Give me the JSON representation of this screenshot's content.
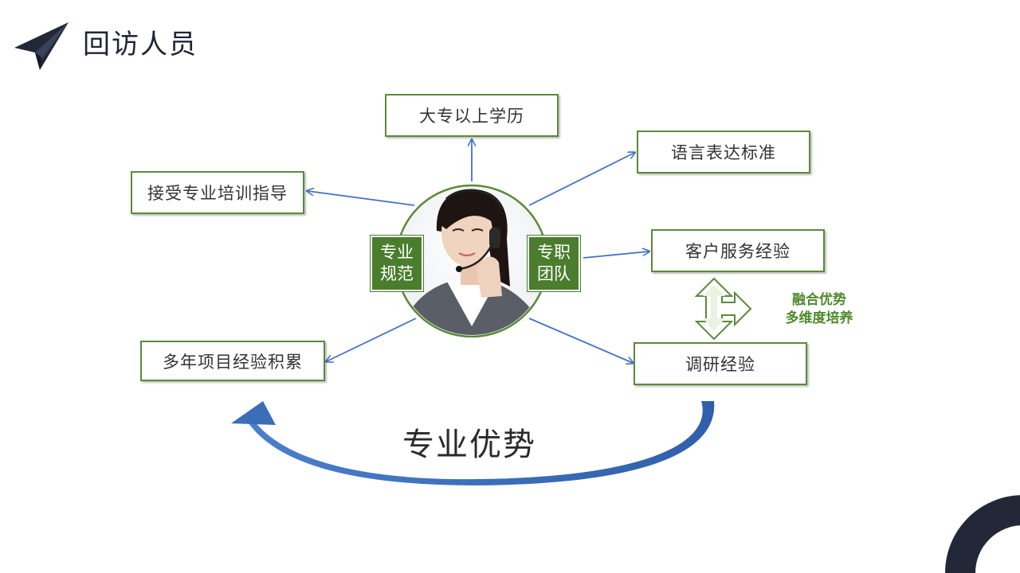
{
  "header": {
    "title": "回访人员"
  },
  "diagram": {
    "nodes": {
      "education": "大专以上学历",
      "language": "语言表达标准",
      "training": "接受专业培训指导",
      "service": "客户服务经验",
      "project": "多年项目经验积累",
      "research": "调研经验"
    },
    "center_tags": {
      "left": "专业\n规范",
      "right": "专职\n团队"
    },
    "fusion": {
      "line1": "融合优势",
      "line2": "多维度培养"
    },
    "bottom_label": "专业优势"
  },
  "colors": {
    "accent_green": "#4a7d2d",
    "arrow_blue": "#4472c4",
    "curve_blue": "#3a6fb8",
    "navy": "#232838"
  }
}
